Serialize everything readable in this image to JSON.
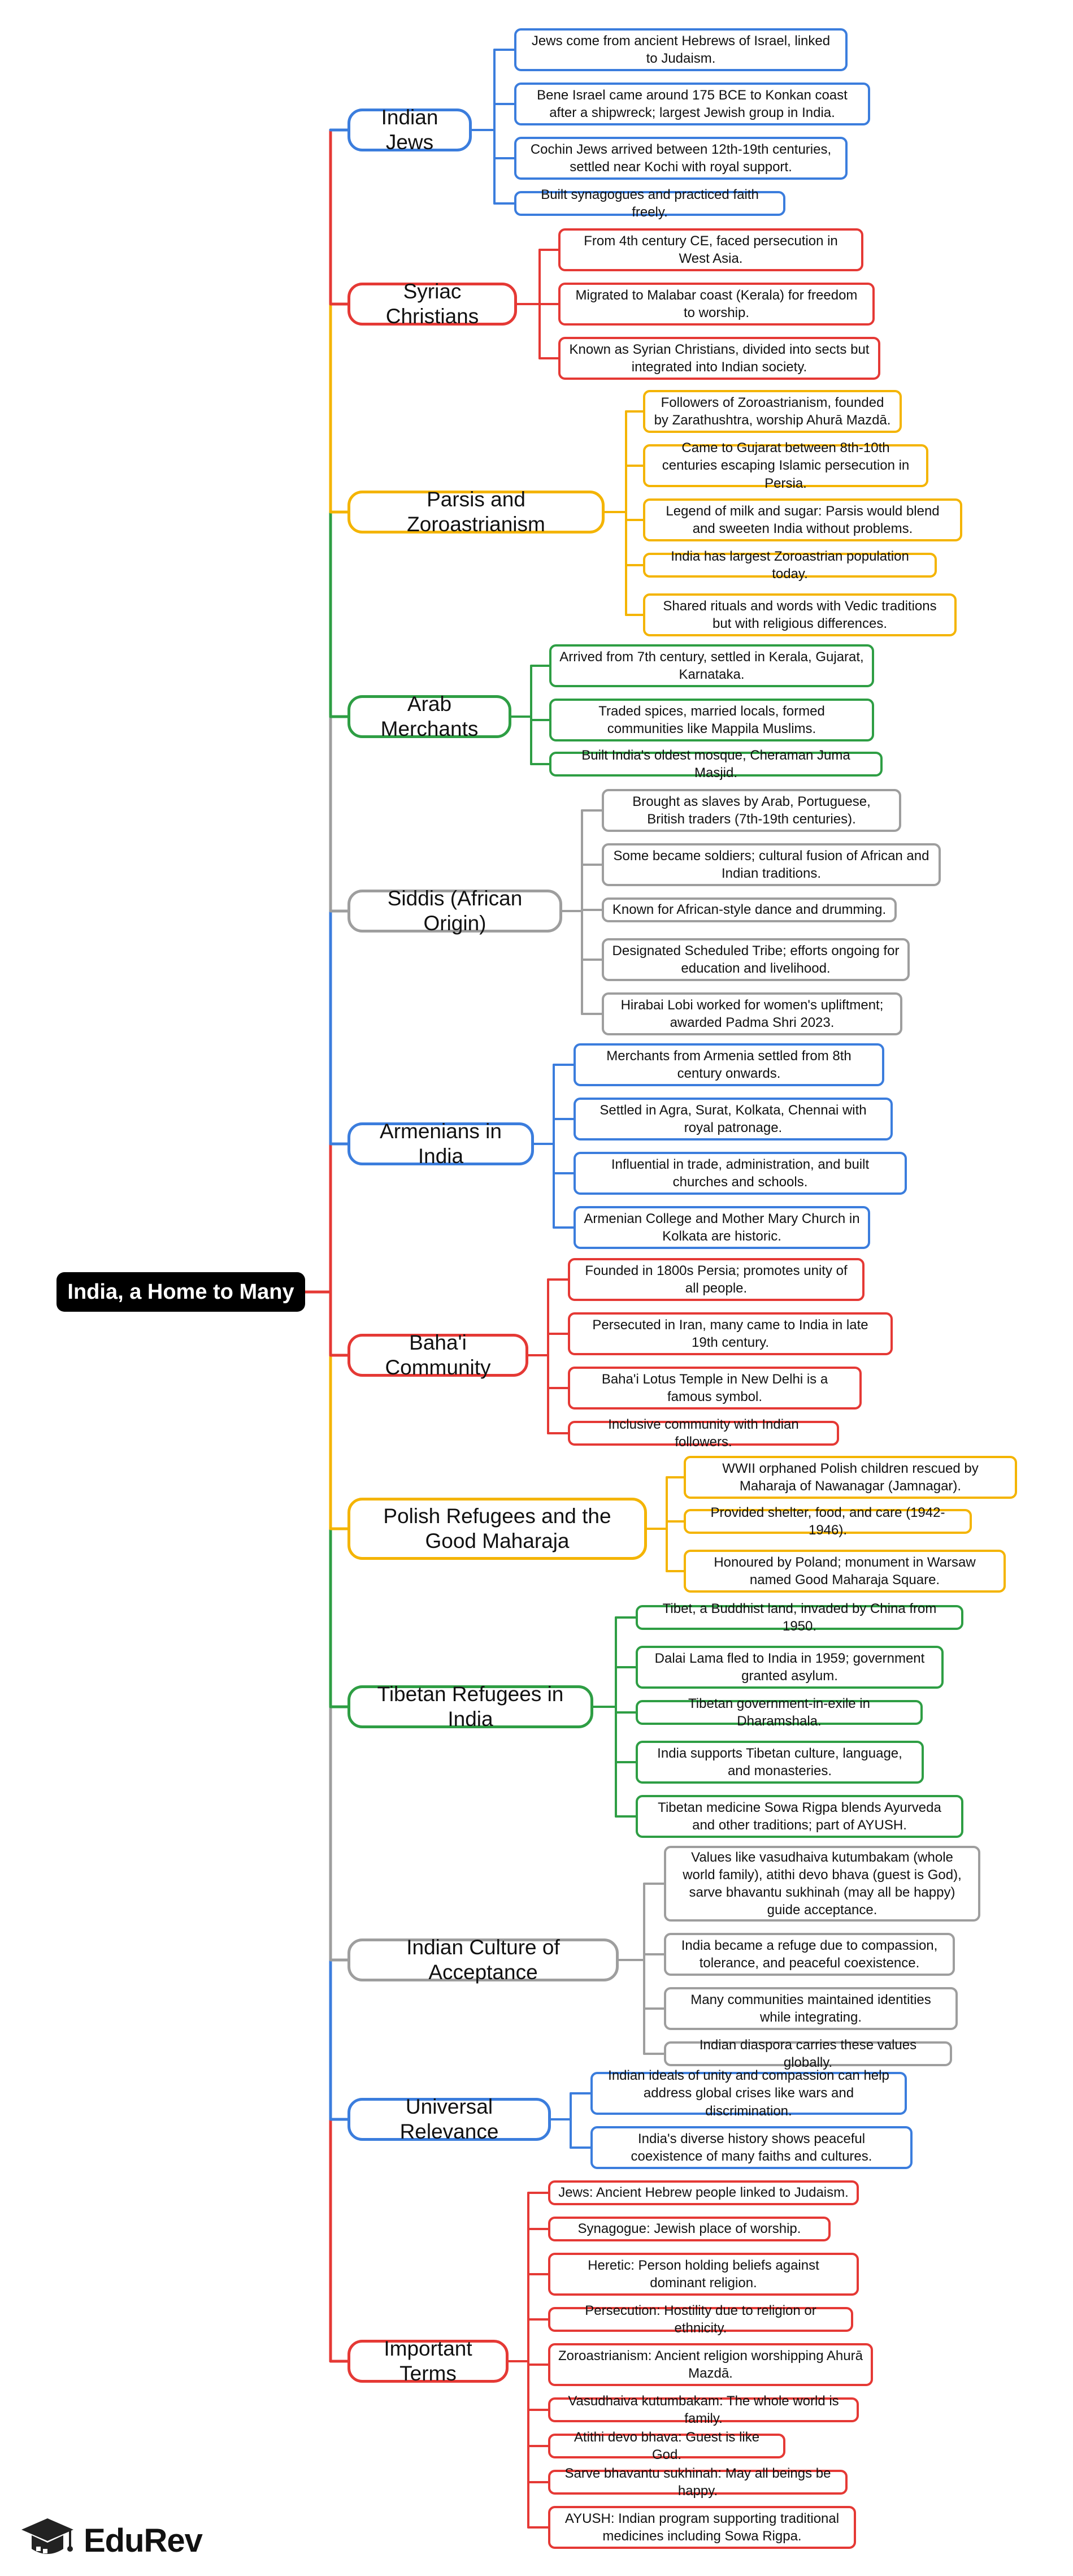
{
  "title": "India, a Home to Many",
  "colors": {
    "blue": "#3b7ddd",
    "red": "#e53935",
    "yellow": "#f4b400",
    "green": "#2e9e44",
    "gray": "#9e9e9e"
  },
  "branches": [
    {
      "label": "Indian Jews",
      "color": "blue",
      "children": [
        "Jews come from ancient Hebrews of Israel, linked to Judaism.",
        "Bene Israel came around 175 BCE to Konkan coast after a shipwreck; largest Jewish group in India.",
        "Cochin Jews arrived between 12th-19th centuries, settled near Kochi with royal support.",
        "Built synagogues and practiced faith freely."
      ]
    },
    {
      "label": "Syriac Christians",
      "color": "red",
      "children": [
        "From 4th century CE, faced persecution in West Asia.",
        "Migrated to Malabar coast (Kerala) for freedom to worship.",
        "Known as Syrian Christians, divided into sects but integrated into Indian society."
      ]
    },
    {
      "label": "Parsis and Zoroastrianism",
      "color": "yellow",
      "children": [
        "Followers of Zoroastrianism, founded by Zarathushtra, worship Ahurā Mazdā.",
        "Came to Gujarat between 8th-10th centuries escaping Islamic persecution in Persia.",
        "Legend of milk and sugar: Parsis would blend and sweeten India without problems.",
        "India has largest Zoroastrian population today.",
        "Shared rituals and words with Vedic traditions but with religious differences."
      ]
    },
    {
      "label": "Arab Merchants",
      "color": "green",
      "children": [
        "Arrived from 7th century, settled in Kerala, Gujarat, Karnataka.",
        "Traded spices, married locals, formed communities like Mappila Muslims.",
        "Built India's oldest mosque, Cheraman Juma Masjid."
      ]
    },
    {
      "label": "Siddis (African Origin)",
      "color": "gray",
      "children": [
        "Brought as slaves by Arab, Portuguese, British traders (7th-19th centuries).",
        "Some became soldiers; cultural fusion of African and Indian traditions.",
        "Known for African-style dance and drumming.",
        "Designated Scheduled Tribe; efforts ongoing for education and livelihood.",
        "Hirabai Lobi worked for women's upliftment; awarded Padma Shri 2023."
      ]
    },
    {
      "label": "Armenians in India",
      "color": "blue",
      "children": [
        "Merchants from Armenia settled from 8th century onwards.",
        "Settled in Agra, Surat, Kolkata, Chennai with royal patronage.",
        "Influential in trade, administration, and built churches and schools.",
        "Armenian College and Mother Mary Church in Kolkata are historic."
      ]
    },
    {
      "label": "Baha'i Community",
      "color": "red",
      "children": [
        "Founded in 1800s Persia; promotes unity of all people.",
        "Persecuted in Iran, many came to India in late 19th century.",
        "Baha'i Lotus Temple in New Delhi is a famous symbol.",
        "Inclusive community with Indian followers."
      ]
    },
    {
      "label": "Polish Refugees and the Good Maharaja",
      "color": "yellow",
      "children": [
        "WWII orphaned Polish children rescued by Maharaja of Nawanagar (Jamnagar).",
        "Provided shelter, food, and care (1942-1946).",
        "Honoured by Poland; monument in Warsaw named Good Maharaja Square."
      ]
    },
    {
      "label": "Tibetan Refugees in India",
      "color": "green",
      "children": [
        "Tibet, a Buddhist land, invaded by China from 1950.",
        "Dalai Lama fled to India in 1959; government granted asylum.",
        "Tibetan government-in-exile in Dharamshala.",
        "India supports Tibetan culture, language, and monasteries.",
        "Tibetan medicine Sowa Rigpa blends Ayurveda and other traditions; part of AYUSH."
      ]
    },
    {
      "label": "Indian Culture of Acceptance",
      "color": "gray",
      "children": [
        "Values like vasudhaiva kutumbakam (whole world family), atithi devo bhava (guest is God), sarve bhavantu sukhinah (may all be happy) guide acceptance.",
        "India became a refuge due to compassion, tolerance, and peaceful coexistence.",
        "Many communities maintained identities while integrating.",
        "Indian diaspora carries these values globally."
      ]
    },
    {
      "label": "Universal Relevance",
      "color": "blue",
      "children": [
        "Indian ideals of unity and compassion can help address global crises like wars and discrimination.",
        "India's diverse history shows peaceful coexistence of many faiths and cultures."
      ]
    },
    {
      "label": "Important Terms",
      "color": "red",
      "children": [
        "Jews: Ancient Hebrew people linked to Judaism.",
        "Synagogue: Jewish place of worship.",
        "Heretic: Person holding beliefs against dominant religion.",
        "Persecution: Hostility due to religion or ethnicity.",
        "Zoroastrianism: Ancient religion worshipping Ahurā Mazdā.",
        "Vasudhaiva kutumbakam: The whole world is family.",
        "Atithi devo bhava: Guest is like God.",
        "Sarve bhavantu sukhinah: May all beings be happy.",
        "AYUSH: Indian program supporting traditional medicines including Sowa Rigpa."
      ]
    }
  ],
  "footer": {
    "brand": "EduRev",
    "logo_icon": "graduation-cap-icon"
  }
}
